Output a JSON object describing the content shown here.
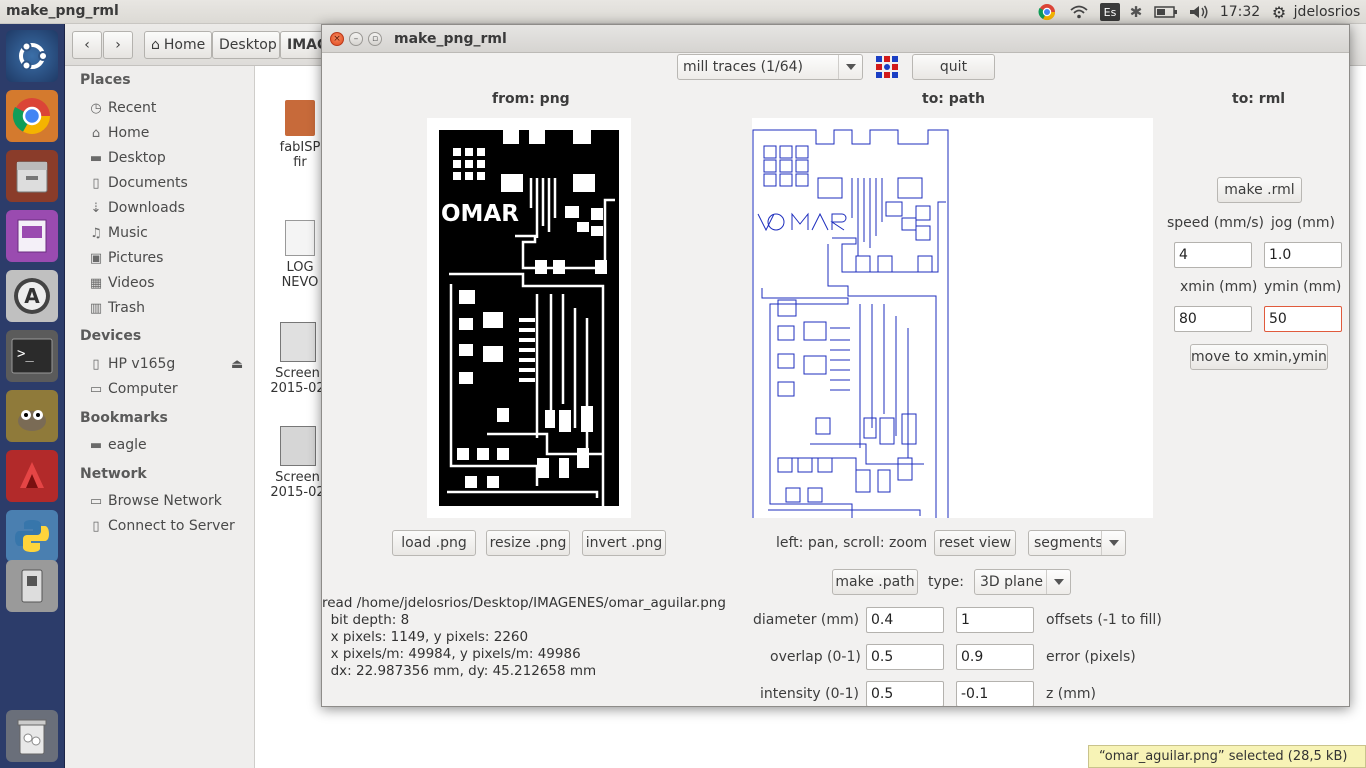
{
  "top_panel": {
    "app_title": "make_png_rml",
    "keyboard_layout": "Es",
    "time": "17:32",
    "user": "jdelosrios",
    "icons": [
      "chrome-icon",
      "wifi-icon",
      "keyboard-icon",
      "bluetooth-icon",
      "battery-icon",
      "volume-icon",
      "gear-icon"
    ]
  },
  "launcher": {
    "items": [
      "ubuntu-dash",
      "chrome",
      "files",
      "libreoffice-impress",
      "software-updater",
      "terminal",
      "gimp",
      "app-red",
      "python",
      "usb-drive",
      "trash"
    ]
  },
  "nautilus": {
    "path": [
      "Home",
      "Desktop",
      "IMAGENES"
    ],
    "places_title": "Places",
    "places": [
      "Recent",
      "Home",
      "Desktop",
      "Documents",
      "Downloads",
      "Music",
      "Pictures",
      "Videos",
      "Trash"
    ],
    "devices_title": "Devices",
    "devices": [
      "HP v165g",
      "Computer"
    ],
    "bookmarks_title": "Bookmarks",
    "bookmarks": [
      "eagle"
    ],
    "network_title": "Network",
    "network": [
      "Browse Network",
      "Connect to Server"
    ],
    "files": [
      {
        "line1": "fabISP",
        "line2": "fir"
      },
      {
        "line1": "LOG",
        "line2": "NEVO"
      },
      {
        "line1": "Screen",
        "line2": "2015-02"
      },
      {
        "line1": "Screen",
        "line2": "2015-02"
      }
    ],
    "status": "“omar_aguilar.png” selected  (28,5 kB)"
  },
  "dialog": {
    "title": "make_png_rml",
    "process_select": "mill traces (1/64)",
    "quit": "quit",
    "from_header": "from: png",
    "to_path_header": "to: path",
    "to_rml_header": "to: rml",
    "preview_text": "OMAR",
    "buttons": {
      "load": "load .png",
      "resize": "resize .png",
      "invert": "invert .png",
      "reset_view": "reset view",
      "make_path": "make .path",
      "make_rml": "make .rml",
      "move": "move to xmin,ymin"
    },
    "view_hint": "left: pan, scroll: zoom",
    "view_mode": "segments",
    "type_label": "type:",
    "type_value": "3D plane",
    "info": {
      "line1": "read /home/jdelosrios/Desktop/IMAGENES/omar_aguilar.png",
      "line2": "  bit depth: 8",
      "line3": "  x pixels: 1149, y pixels: 2260",
      "line4": "  x pixels/m: 49984, y pixels/m: 49986",
      "line5": "  dx: 22.987356 mm, dy: 45.212658 mm"
    },
    "params": {
      "diameter_label": "diameter (mm)",
      "diameter": "0.4",
      "offsets_value": "1",
      "offsets_label": "offsets (-1 to fill)",
      "overlap_label": "overlap (0-1)",
      "overlap": "0.5",
      "error_value": "0.9",
      "error_label": "error (pixels)",
      "intensity_label": "intensity (0-1)",
      "intensity": "0.5",
      "z_value": "-0.1",
      "z_label": "z (mm)"
    },
    "rml": {
      "speed_label": "speed (mm/s)",
      "speed": "4",
      "jog_label": "jog (mm)",
      "jog": "1.0",
      "xmin_label": "xmin (mm)",
      "xmin": "80",
      "ymin_label": "ymin (mm)",
      "ymin": "50"
    }
  }
}
